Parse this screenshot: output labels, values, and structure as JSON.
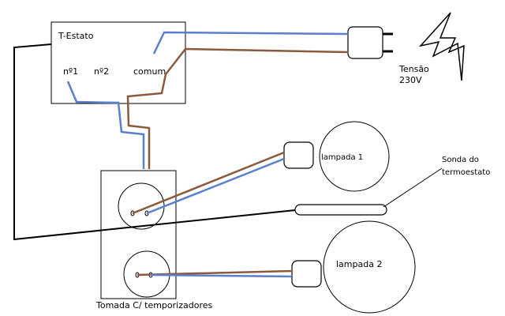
{
  "thermostat": {
    "title": "T-Estato",
    "terminal_1": "nº1",
    "terminal_2": "nº2",
    "terminal_common": "comum"
  },
  "power": {
    "label_line1": "Tensão",
    "label_line2": "230V"
  },
  "lamps": {
    "lamp_1": "lampada 1",
    "lamp_2": "lampada 2"
  },
  "probe": {
    "label_line1": "Sonda do",
    "label_line2": "termoestato"
  },
  "socket": {
    "label": "Tomada C/ temporizadores"
  },
  "colors": {
    "wire_blue": "#5b7fcc",
    "wire_brown": "#8b5a3c",
    "wire_black": "#000000",
    "outline": "#000000"
  }
}
